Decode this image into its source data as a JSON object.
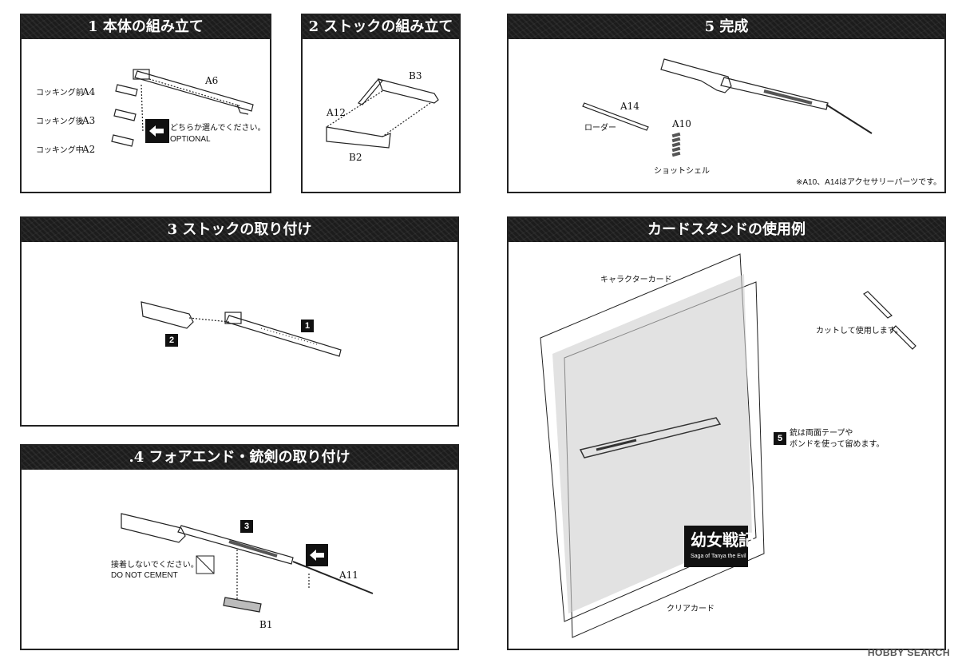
{
  "step1": {
    "title": "1 本体の組み立て",
    "parts": [
      "A6",
      "A4",
      "A3",
      "A2"
    ],
    "cocking_before": "コッキング前",
    "cocking_after": "コッキング後",
    "cocking_middle": "コッキング中",
    "choose_text": "どちらか選んでください。",
    "optional": "OPTIONAL"
  },
  "step2": {
    "title": "2 ストックの組み立て",
    "parts": [
      "B3",
      "A12",
      "B2"
    ]
  },
  "step5": {
    "title": "5 完成",
    "a14": "A14",
    "loader": "ローダー",
    "a10": "A10",
    "shotshell": "ショットシェル",
    "note": "※A10、A14はアクセサリーパーツです。"
  },
  "step3": {
    "title": "3 ストックの取り付け",
    "badge1": "1",
    "badge2": "2"
  },
  "stand": {
    "title": "カードスタンドの使用例",
    "character_card": "キャラクターカード",
    "cut_use": "カットして使用します。",
    "badge": "5",
    "tape_note_1": "銃は両面テープや",
    "tape_note_2": "ボンドを使って留めます。",
    "clear_card": "クリアカード",
    "logo_title": "幼女戦記",
    "logo_sub": "Saga of Tanya the Evil"
  },
  "step4": {
    "title": ".4 フォアエンド・銃剣の取り付け",
    "badge3": "3",
    "no_cement": "接着しないでください。",
    "no_cement_en": "DO NOT CEMENT",
    "a11": "A11",
    "b1": "B1"
  },
  "watermark": "HOBBY SEARCH"
}
